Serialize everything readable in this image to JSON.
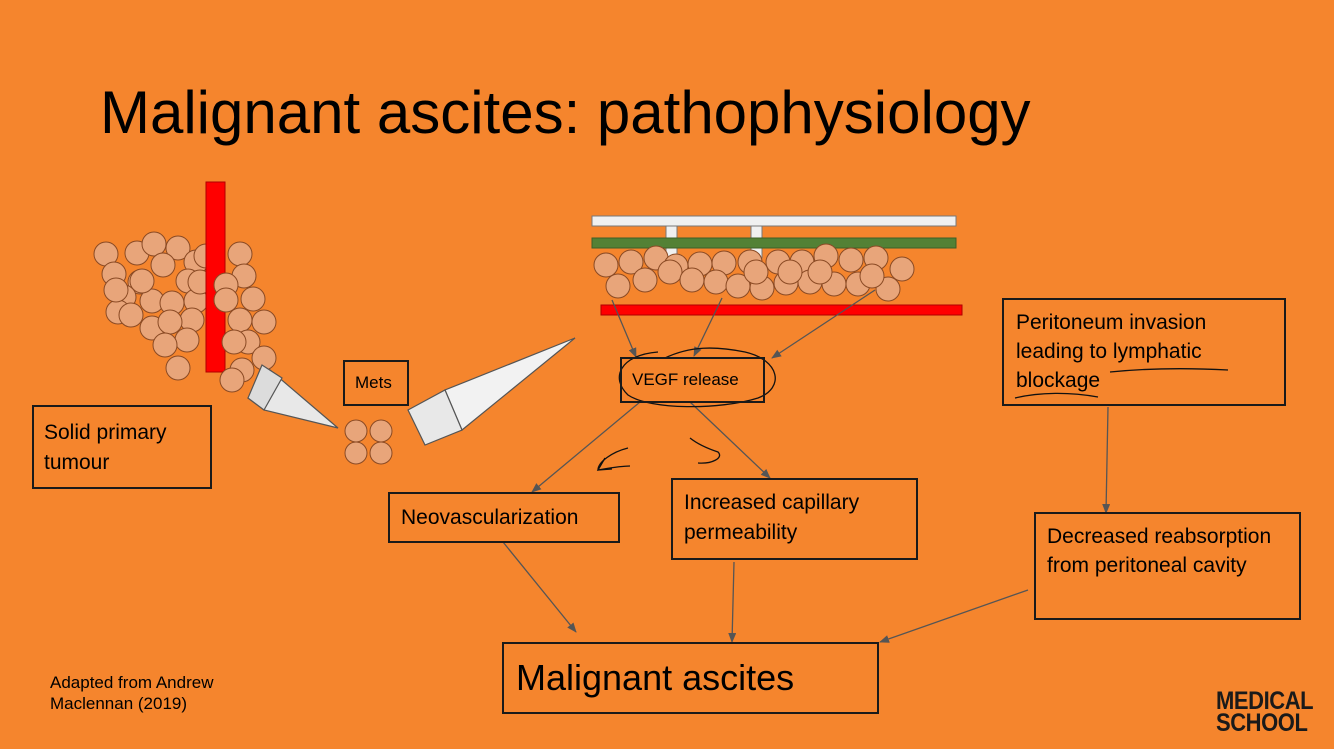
{
  "title": "Malignant ascites: pathophysiology",
  "boxes": {
    "solid_primary": "Solid primary tumour",
    "mets": "Mets",
    "vegf": "VEGF release",
    "peritoneum": "Peritoneum invasion leading to lymphatic blockage",
    "neovasc": "Neovascularization",
    "capillary": "Increased capillary permeability",
    "decreased": "Decreased reabsorption from peritoneal cavity",
    "ascites": "Malignant ascites"
  },
  "credit": "Adapted from Andrew Maclennan (2019)",
  "logo": {
    "line1": "MEDICAL",
    "line2": "SCHOOL"
  },
  "colors": {
    "background": "#f5852d",
    "cell_fill": "#e8a57a",
    "vessel_red": "#ff0000",
    "membrane_green": "#538135",
    "membrane_white": "#f0f0f0"
  }
}
